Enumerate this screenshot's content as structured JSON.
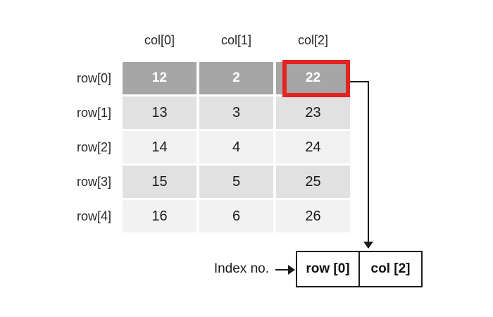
{
  "matrix": {
    "col_headers": [
      "col[0]",
      "col[1]",
      "col[2]"
    ],
    "row_labels": [
      "row[0]",
      "row[1]",
      "row[2]",
      "row[3]",
      "row[4]"
    ],
    "rows": [
      [
        "12",
        "2",
        "22"
      ],
      [
        "13",
        "3",
        "23"
      ],
      [
        "14",
        "4",
        "24"
      ],
      [
        "15",
        "5",
        "25"
      ],
      [
        "16",
        "6",
        "26"
      ]
    ],
    "highlighted_cell": {
      "row": 0,
      "col": 2,
      "value": "22"
    }
  },
  "index": {
    "label": "Index no.",
    "row_part": "row [0]",
    "col_part": "col [2]"
  },
  "colors": {
    "header_gray": "#a6a6a6",
    "band_dark": "#e1e1e1",
    "band_light": "#f2f2f2",
    "accent_red": "#e32421",
    "ink": "#262626",
    "line": "#1b1b1b"
  }
}
